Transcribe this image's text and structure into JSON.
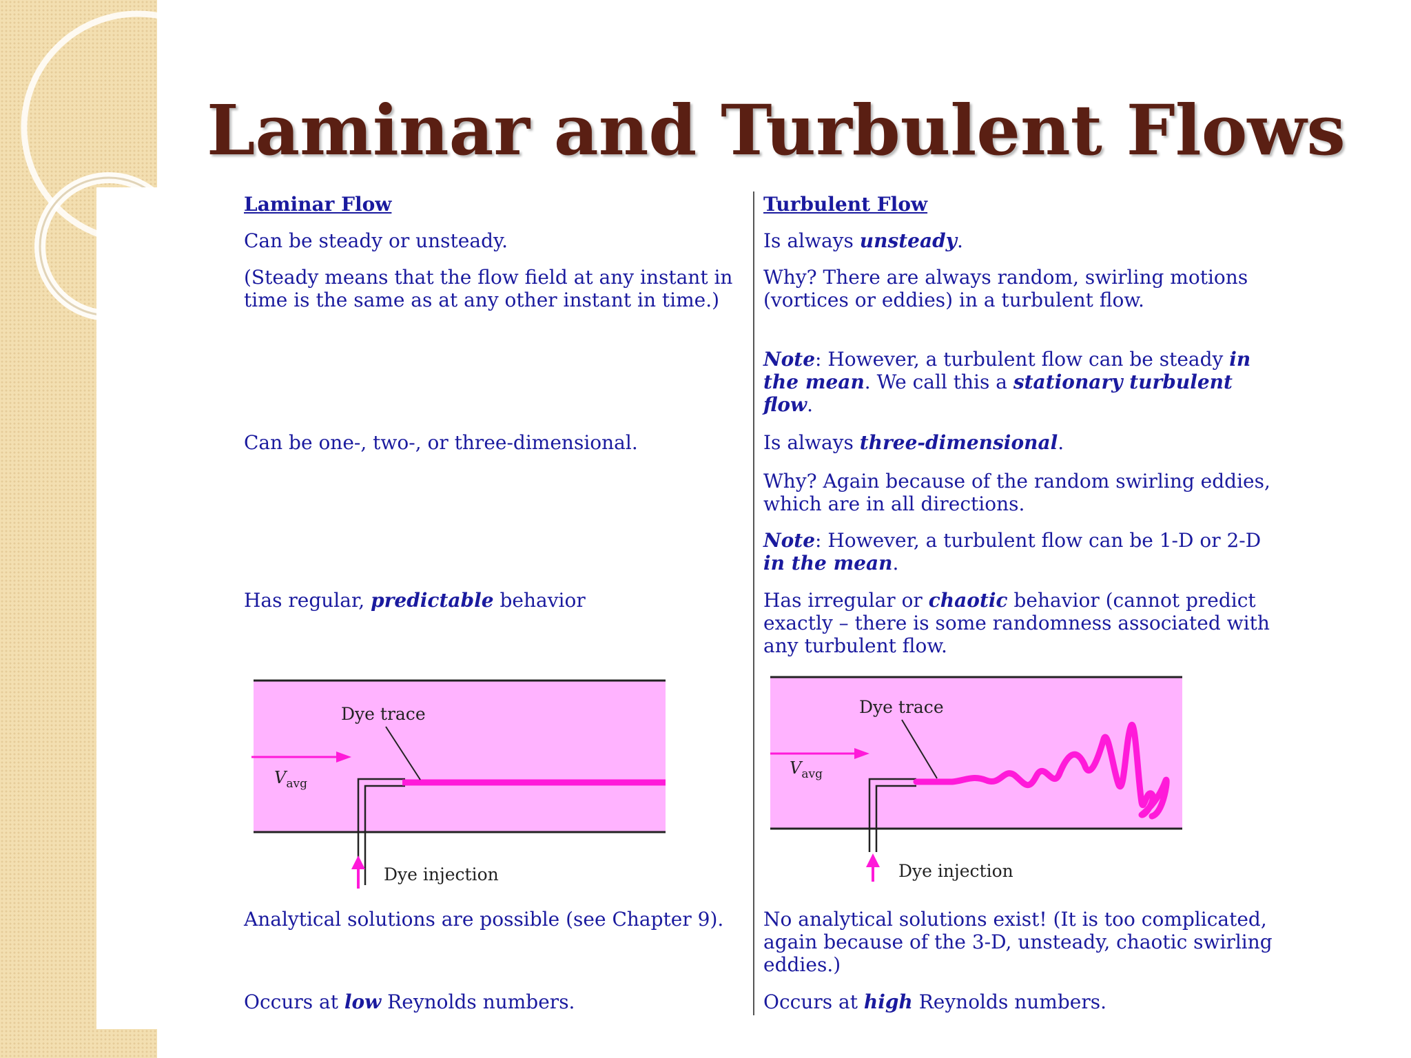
{
  "slide": {
    "title": "Laminar and Turbulent Flows"
  },
  "laminar": {
    "heading": "Laminar Flow",
    "p1": "Can be steady or unsteady.",
    "p2": "(Steady means that the flow field at any instant in time is the same as at any other instant in time.)",
    "p3": "Can be one-, two-, or three-dimensional.",
    "p4_pre": "Has regular, ",
    "p4_em": "predictable",
    "p4_post": " behavior",
    "diagram": {
      "dye_trace": "Dye trace",
      "v_symbol": "V",
      "v_sub": "avg",
      "dye_injection": "Dye injection"
    },
    "p5": "Analytical solutions are possible (see Chapter 9).",
    "p6_pre": "Occurs at ",
    "p6_em": "low",
    "p6_post": " Reynolds numbers."
  },
  "turbulent": {
    "heading": "Turbulent Flow",
    "p1_pre": "Is always ",
    "p1_em": "unsteady",
    "p1_post": ".",
    "p2": "Why? There are always random, swirling motions (vortices or eddies) in a turbulent flow.",
    "p3_note": "Note",
    "p3_a": ": However, a turbulent flow can be steady ",
    "p3_em1": "in the mean",
    "p3_b": ". We call this a ",
    "p3_em2": "stationary turbulent flow",
    "p3_c": ".",
    "p4_pre": "Is always ",
    "p4_em": "three-dimensional",
    "p4_post": ".",
    "p5": "Why? Again because of the random swirling eddies, which are in all directions.",
    "p6_note": "Note",
    "p6_a": ": However, a turbulent flow can be 1-D or 2-D ",
    "p6_em": "in the mean",
    "p6_b": ".",
    "p7_pre": "Has irregular or ",
    "p7_em": "chaotic",
    "p7_post": " behavior (cannot predict exactly – there is some randomness associated with any turbulent flow.",
    "diagram": {
      "dye_trace": "Dye trace",
      "v_symbol": "V",
      "v_sub": "avg",
      "dye_injection": "Dye injection"
    },
    "p8": "No analytical solutions exist! (It is too complicated, again because of the 3-D, unsteady, chaotic swirling eddies.)",
    "p9_pre": "Occurs at ",
    "p9_em": "high",
    "p9_post": " Reynolds numbers."
  },
  "colors": {
    "title": "#5a1f13",
    "text": "#1a1a9e",
    "pipe_fill": "#ffb3ff",
    "dye": "#ff1ad9"
  }
}
